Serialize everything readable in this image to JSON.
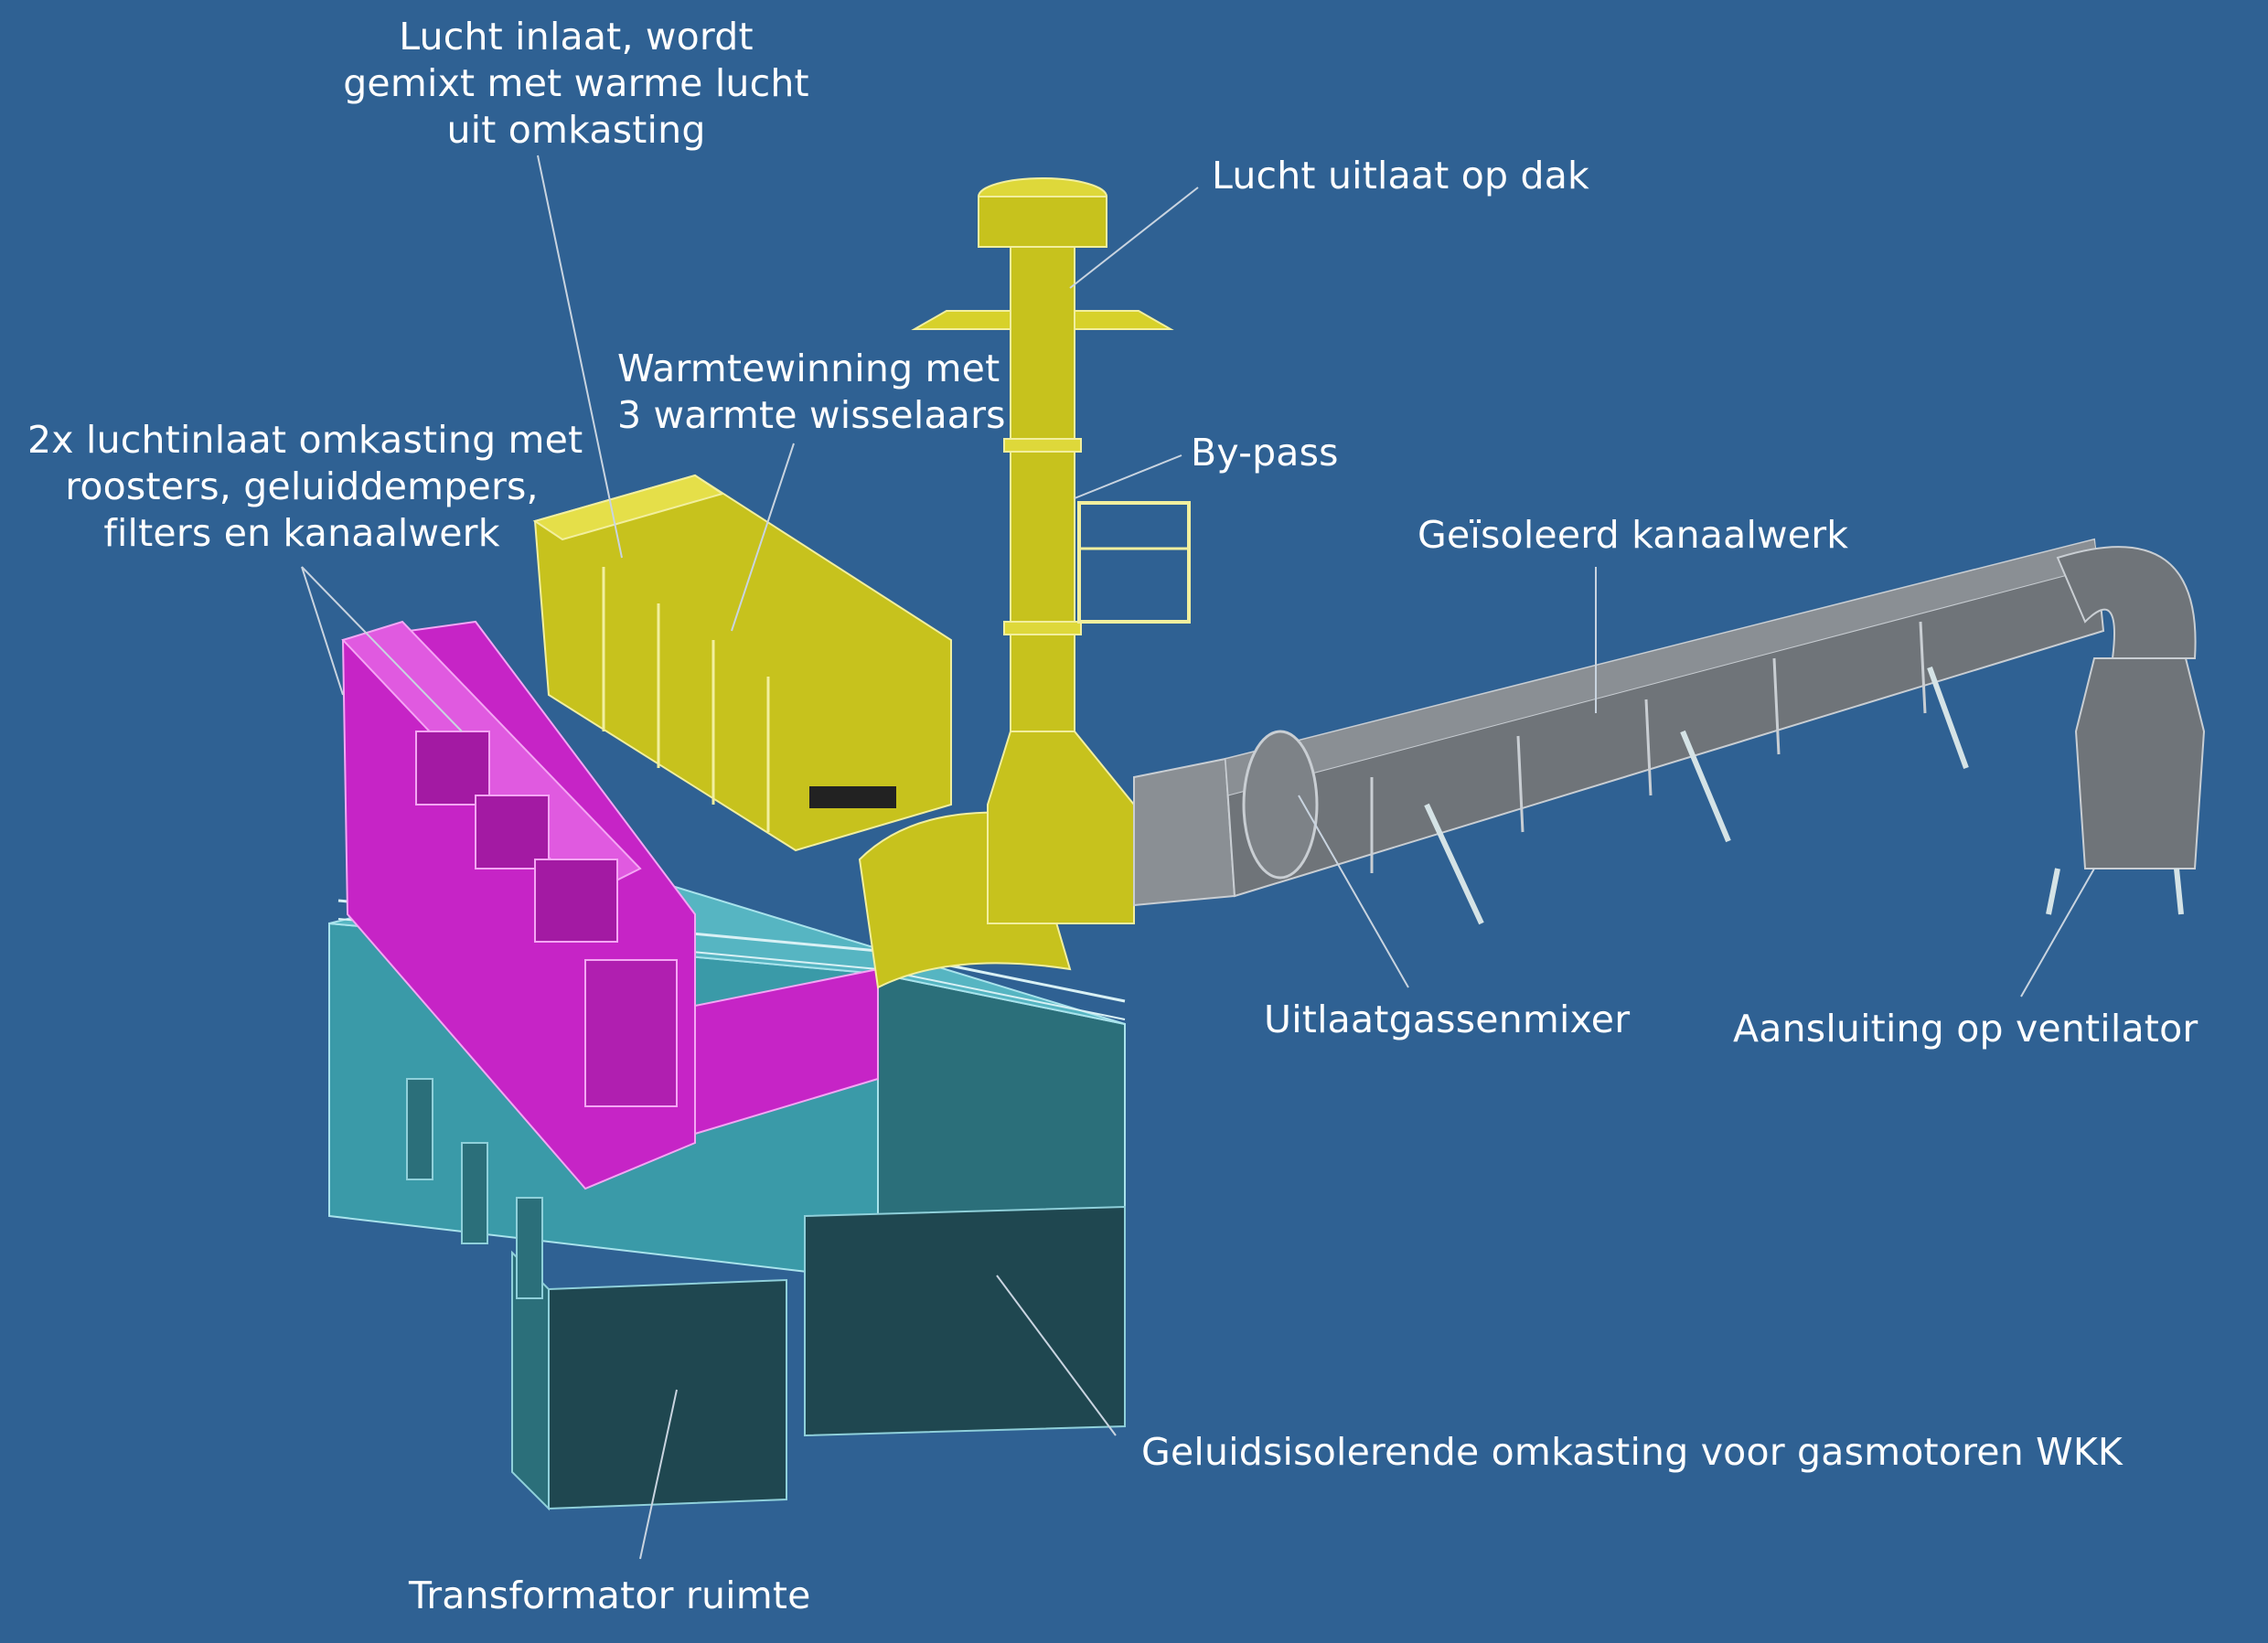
{
  "diagram": {
    "colors": {
      "background": "#2f6193",
      "enclosure": "#3a9aa8",
      "enclosure_dark": "#1f4750",
      "air_inlet": "#c624c6",
      "heat_recovery": "#c7c21d",
      "duct": "#6f7479",
      "leader_line": "#c9d4e0",
      "label_text": "#ffffff"
    },
    "labels": {
      "lucht_inlaat": "Lucht inlaat, wordt\ngemixt met warme lucht\nuit omkasting",
      "lucht_uitlaat": "Lucht uitlaat op dak",
      "warmtewinning": "Warmtewinning met\n3 warmte wisselaars",
      "luchtinlaat_omkasting": "2x luchtinlaat omkasting met\nroosters, geluiddempers,\nfilters en kanaalwerk",
      "bypass": "By-pass",
      "geisoleerd_kanaalwerk": "Geïsoleerd kanaalwerk",
      "uitlaatgassenmixer": "Uitlaatgassenmixer",
      "aansluiting_ventilator": "Aansluiting op ventilator",
      "geluidsisolerende_omkasting": "Geluidsisolerende omkasting voor gasmotoren WKK",
      "transformator_ruimte": "Transformator ruimte"
    }
  }
}
